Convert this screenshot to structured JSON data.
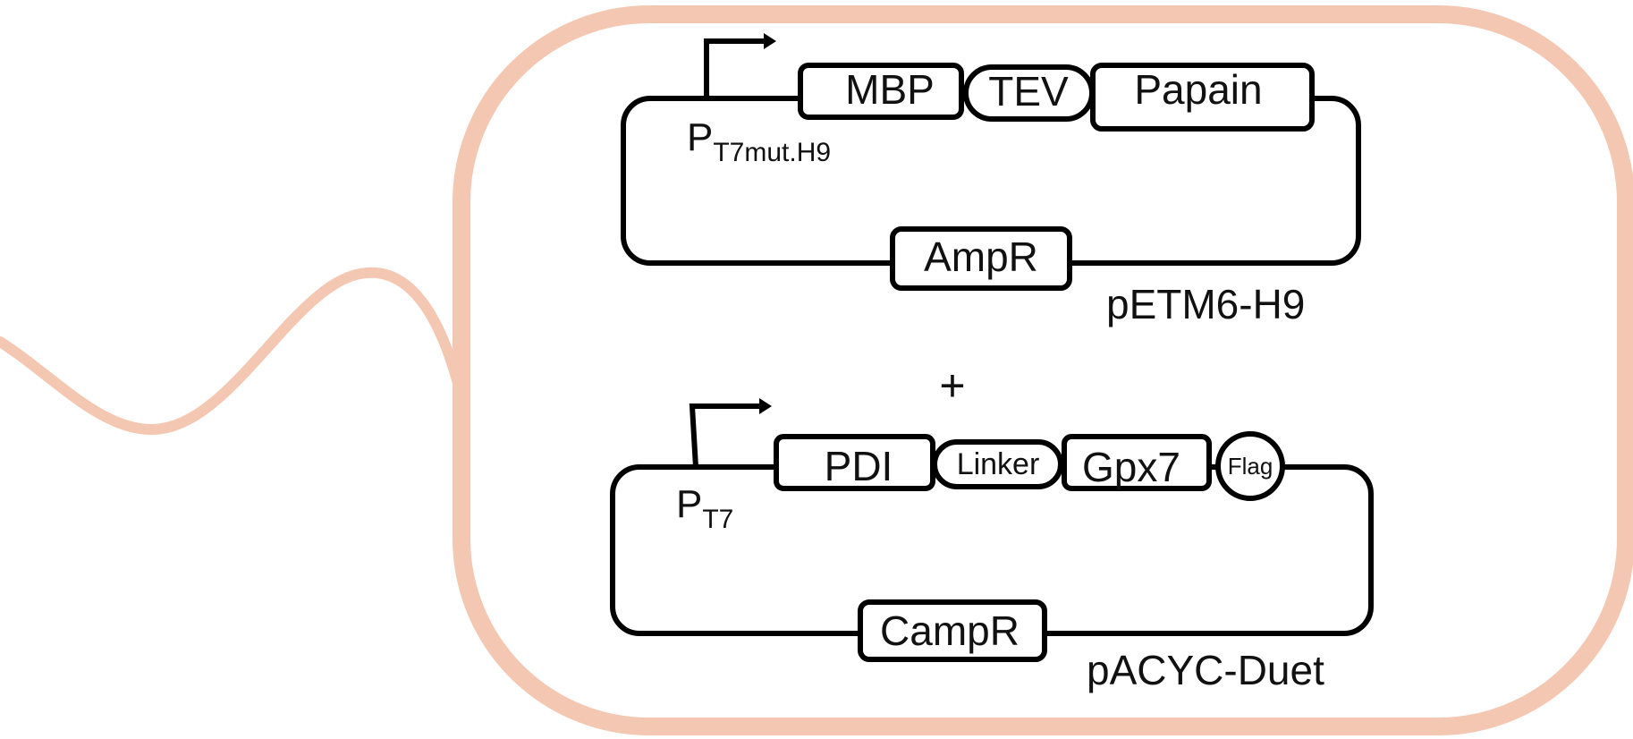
{
  "colors": {
    "cell_outline": "#f3c7b2",
    "ink": "#000000",
    "background": "#ffffff"
  },
  "plasmid1": {
    "promoter_main": "P",
    "promoter_sub": "T7mut.H9",
    "genes": [
      "MBP",
      "TEV",
      "Papain"
    ],
    "resistance": "AmpR",
    "name": "pETM6-H9"
  },
  "plus": "+",
  "plasmid2": {
    "promoter_main": "P",
    "promoter_sub": "T7",
    "genes": [
      "PDI",
      "Linker",
      "Gpx7",
      "Flag"
    ],
    "resistance": "CampR",
    "name": "pACYC-Duet"
  }
}
